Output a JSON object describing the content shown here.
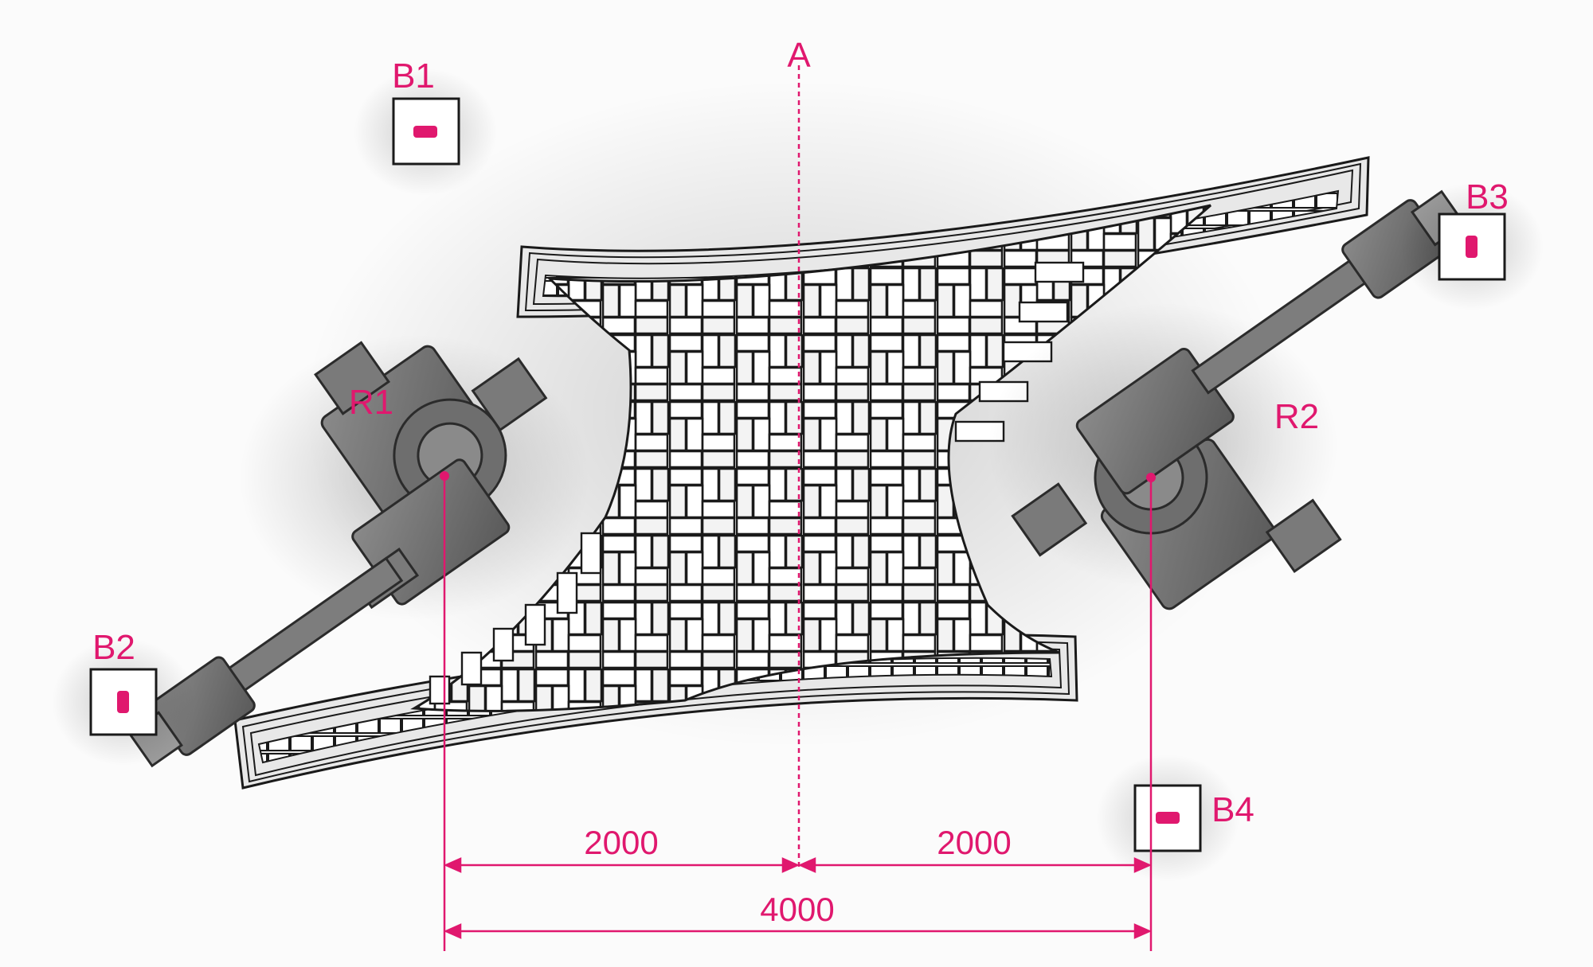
{
  "axis": {
    "label": "A"
  },
  "robots": [
    {
      "id": "r1",
      "label": "R1"
    },
    {
      "id": "r2",
      "label": "R2"
    }
  ],
  "beacons": [
    {
      "id": "b1",
      "label": "B1"
    },
    {
      "id": "b2",
      "label": "B2"
    },
    {
      "id": "b3",
      "label": "B3"
    },
    {
      "id": "b4",
      "label": "B4"
    }
  ],
  "dimensions": {
    "left": "2000",
    "right": "2000",
    "total": "4000"
  },
  "colors": {
    "accent": "#e0186e",
    "robot_body": "#6e6e6e",
    "brick": "#ffffff",
    "brick_edge": "#1a1a1a"
  }
}
